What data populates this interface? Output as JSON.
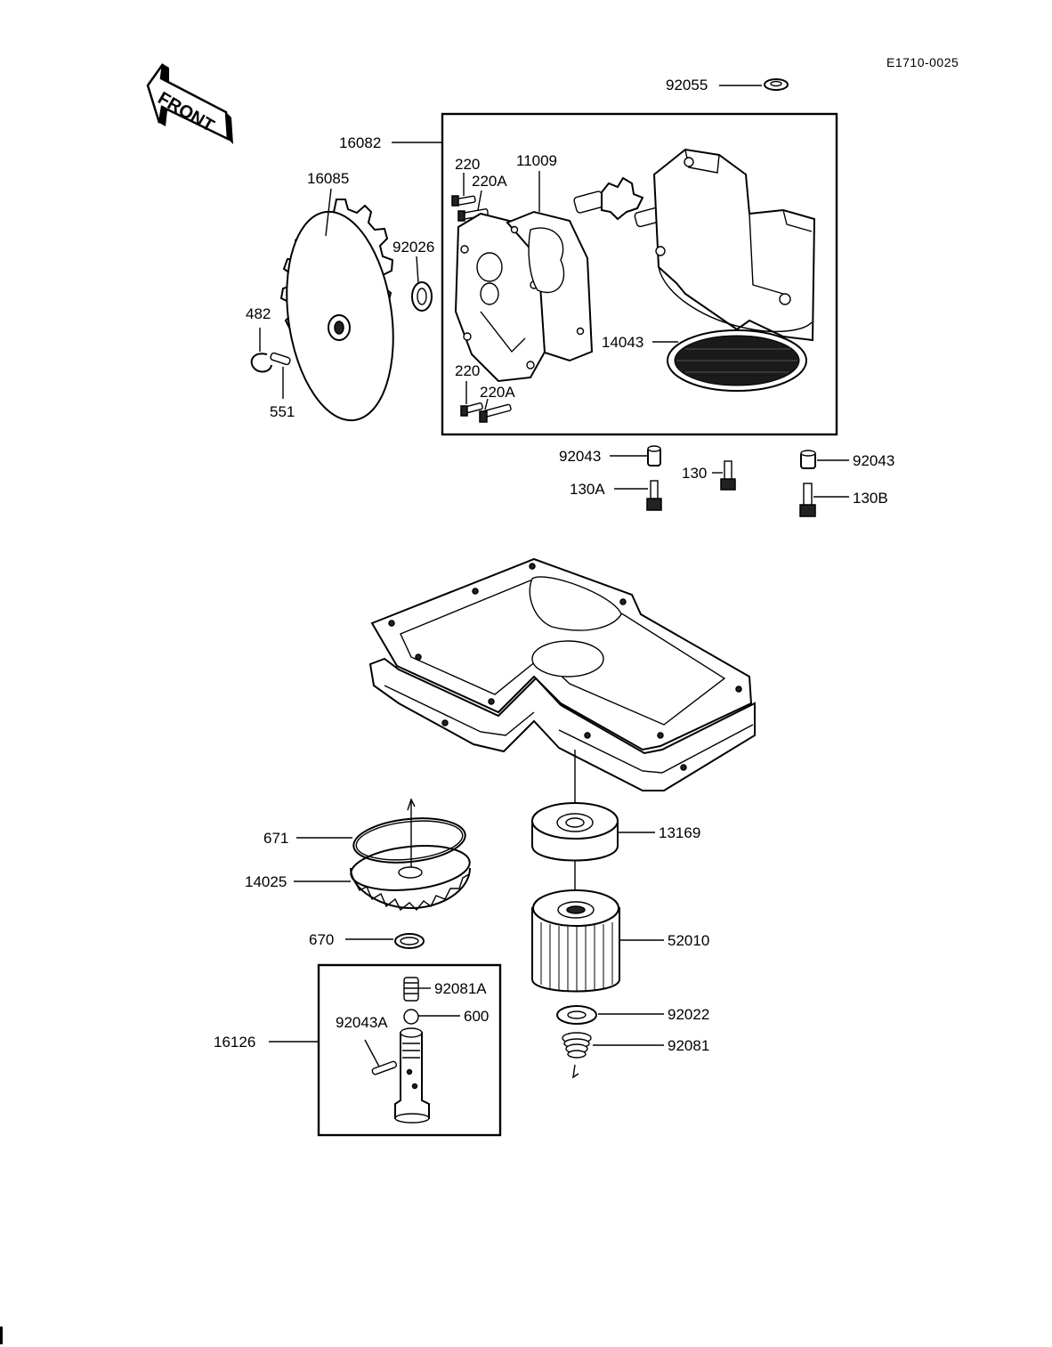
{
  "diagram_code": "E1710-0025",
  "front_label": "FRONT",
  "callouts": {
    "p92055": "92055",
    "p16082": "16082",
    "p16085": "16085",
    "p220_top": "220",
    "p220A_top": "220A",
    "p11009": "11009",
    "p92026": "92026",
    "p482": "482",
    "p551": "551",
    "p14043": "14043",
    "p220_bottom": "220",
    "p220A_bottom": "220A",
    "p92043_left": "92043",
    "p130": "130",
    "p92043_right": "92043",
    "p130A": "130A",
    "p130B": "130B",
    "p671": "671",
    "p14025": "14025",
    "p13169": "13169",
    "p670": "670",
    "p52010": "52010",
    "p92081A": "92081A",
    "p600": "600",
    "p92043A": "92043A",
    "p16126": "16126",
    "p92022": "92022",
    "p92081": "92081"
  },
  "icons": [
    "front-arrow-icon"
  ]
}
